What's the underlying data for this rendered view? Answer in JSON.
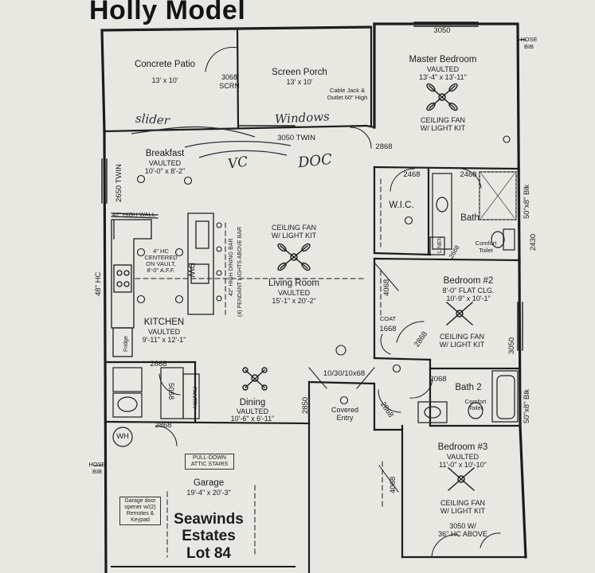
{
  "title": "Holly Model",
  "lot": {
    "line1": "Seawinds",
    "line2": "Estates",
    "line3": "Lot 84"
  },
  "rooms": {
    "concrete_patio": {
      "name": "Concrete Patio",
      "size": "13' x 10'"
    },
    "screen_porch": {
      "name": "Screen Porch",
      "size": "13' x 10'"
    },
    "master_bedroom": {
      "name": "Master Bedroom",
      "ceiling": "VAULTED",
      "size": "13'-4\" x 13'-11\"",
      "note1": "CEILING FAN",
      "note2": "W/ LIGHT KIT"
    },
    "breakfast": {
      "name": "Breakfast",
      "ceiling": "VAULTED",
      "size": "10'-0\" x 8'-2\""
    },
    "living_room": {
      "name": "Living Room",
      "ceiling": "VAULTED",
      "size": "15'-1\" x 20'-2\"",
      "note1": "CEILING FAN",
      "note2": "W/ LIGHT KIT"
    },
    "kitchen": {
      "name": "KITCHEN",
      "ceiling": "VAULTED",
      "size": "9'-11\" x 12'-1\""
    },
    "wic": {
      "name": "W.I.C."
    },
    "bath": {
      "name": "Bath"
    },
    "bedroom2": {
      "name": "Bedroom #2",
      "ceiling": "8'-0\" FLAT CLG.",
      "size": "10'-9\" x 10'-1\"",
      "note1": "CEILING FAN",
      "note2": "W/ LIGHT KIT"
    },
    "bath2": {
      "name": "Bath 2"
    },
    "dining": {
      "name": "Dining",
      "ceiling": "VAULTED",
      "size": "10'-6\" x 6'-11\""
    },
    "covered_entry": {
      "name1": "Covered",
      "name2": "Entry"
    },
    "garage": {
      "name": "Garage",
      "size": "19'-4\" x 20'-3\""
    },
    "bedroom3": {
      "name": "Bedroom #3",
      "ceiling": "VAULTED",
      "size": "11'-0\" x 10'-10\"",
      "note1": "CEILING FAN",
      "note2": "W/ LIGHT KIT",
      "win1": "3050 W/",
      "win2": "36\" HC ABOVE"
    }
  },
  "labels": {
    "scrn_code": "3068",
    "scrn": "SCRN",
    "cable1": "Cable Jack &",
    "cable2": "Outlet 60\" High",
    "win_master": "3050",
    "hose_top1": "HOSE",
    "hose_top2": "BIB",
    "hose_bot1": "HOSE",
    "hose_bot2": "BIB",
    "win_breakfast": "3050 TWIN",
    "door_2868_a": "2868",
    "door_2468_a": "2468",
    "door_2468_b": "2468",
    "twin_2650": "2650 TWIN",
    "high_wall": "42\" HIGH WALL",
    "hc_note1": "4\" HC",
    "hc_note2": "CENTERED",
    "hc_note3": "ON VAULT,",
    "hc_note4": "8'-0\" A.F.F.",
    "dw": "DW",
    "dining_bar": "42\" HIGH DINING BAR",
    "pendant": "(4) PENDANT LIGHTS ABOVE BAR",
    "hc48": "48\" HC",
    "fridge": "Fridge",
    "linen": "LINEN",
    "door_2668": "2668",
    "comfort_toilet1": "Comfort",
    "comfort_toilet2": "Toilet",
    "blk_50x8_a": "50\"x8\" Blk",
    "dim_2430": "2430",
    "door_4068_a": "4068",
    "coat": "COAT",
    "door_1668": "1668",
    "door_2868_b": "2868",
    "dim_3050": "3050",
    "door_2868_c": "2868",
    "door_5068": "5068",
    "pantry": "PANTRY",
    "door_2868_d": "2868",
    "wh": "WH",
    "double_door": "10/30/10x68",
    "door_2068": "2068",
    "comfort2_1": "Comfort",
    "comfort2_2": "Toilet",
    "blk_50x8_b": "50\"x8\" Blk",
    "dim_2850": "2850",
    "door_2868_e": "2868",
    "attic1": "PULL-DOWN",
    "attic2": "ATTIC STAIRS",
    "opener1": "Garage door",
    "opener2": "opener w/(2)",
    "opener3": "Remotes &",
    "opener4": "Keypad",
    "door_4068_b": "4068"
  },
  "handwriting": {
    "slider": "slider",
    "window": "Windows",
    "vc": "VC",
    "doc": "DOC"
  },
  "colors": {
    "paper": "#e9e7e2",
    "ink": "#1c1c1c",
    "pen": "#2a2f3a"
  }
}
